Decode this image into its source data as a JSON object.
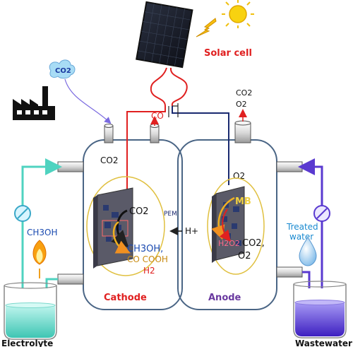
{
  "labels": {
    "solar_cell": "Solar cell",
    "co2_cloud": "CO2",
    "co_out": "CO",
    "co2_top": "CO2",
    "o2_top": "O2",
    "co2_cathode_port": "CO2",
    "o2_anode_port": "O2",
    "co2_on_electrode": "CO2",
    "products": "CH3OH,",
    "co_cooh": "CO COOH",
    "h2": "H2",
    "pem": "PEM",
    "h_plus": "H+",
    "mb": "MB",
    "h2o2": "H2O2",
    "co2_anode": "CO2,",
    "o2_anode": "O2",
    "treated_water": "Treated water",
    "ch3oh_left": "CH3OH",
    "cathode": "Cathode",
    "anode": "Anode",
    "electrolyte": "Electrolyte",
    "wastewater": "Wastewater"
  },
  "colors": {
    "cell_outline": "#4a6585",
    "red_wire": "#e02020",
    "blue_wire": "#1a2a70",
    "teal": "#4fd3c0",
    "purple": "#5a3ad0",
    "electrode": "#5a5a68",
    "electrode_highlight": "#f0d040",
    "cathode_text": "#e02020",
    "anode_text": "#6a3aa0",
    "solar_text": "#e02020"
  },
  "icons": [
    "sun-icon",
    "lightning-icon",
    "factory-icon",
    "flame-icon",
    "water-drop-icon",
    "valve-icon"
  ]
}
